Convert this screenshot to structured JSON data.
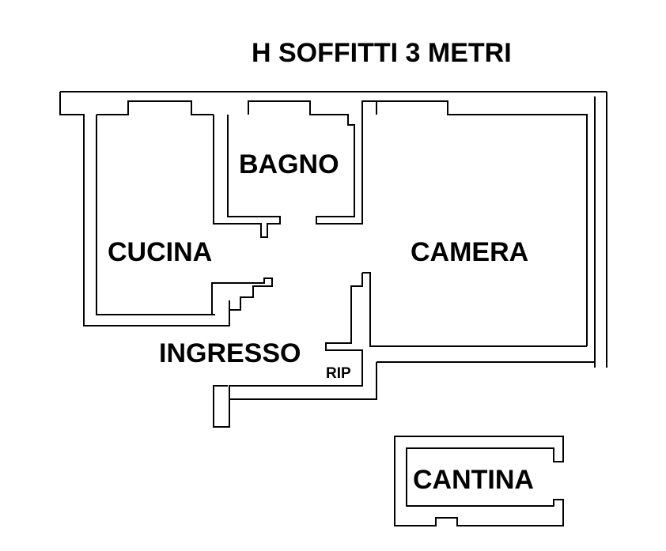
{
  "title": "H SOFFITTI 3 METRI",
  "rooms": {
    "bagno": "BAGNO",
    "cucina": "CUCINA",
    "camera": "CAMERA",
    "ingresso": "INGRESSO",
    "rip": "RIP",
    "cantina": "CANTINA"
  },
  "colors": {
    "background": "#ffffff",
    "walls": "#000000"
  }
}
